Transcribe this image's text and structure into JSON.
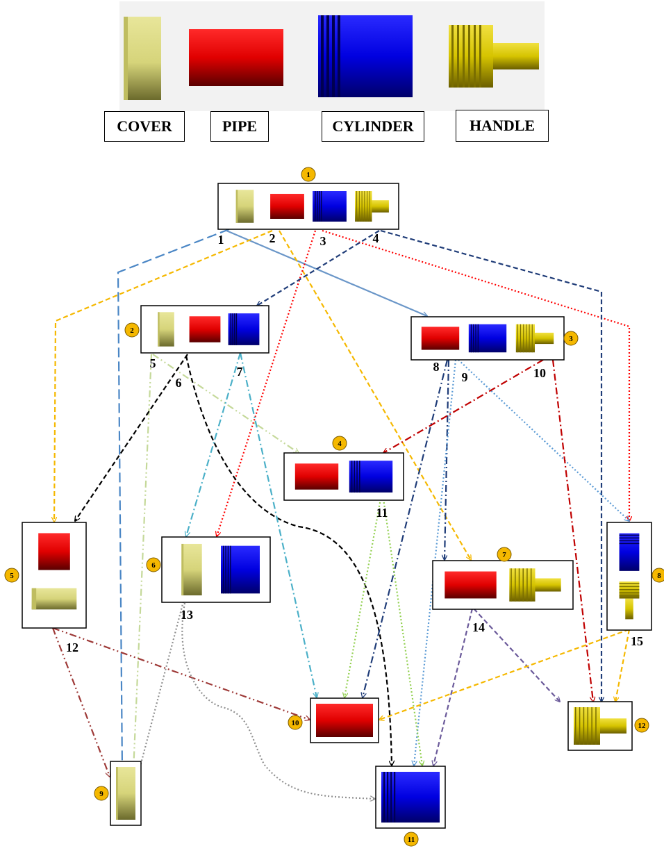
{
  "legend": {
    "cover": "COVER",
    "pipe": "PIPE",
    "cylinder": "CYLINDER",
    "handle": "HANDLE"
  },
  "colors": {
    "cover": "#d8d67a",
    "pipe": "#e00000",
    "cylinder": "#0000e0",
    "handle": "#d6c400",
    "badge": "#f5b800"
  },
  "nodes": [
    {
      "id": "1",
      "parts": [
        "cover",
        "pipe",
        "cylinder",
        "handle"
      ]
    },
    {
      "id": "2",
      "parts": [
        "cover",
        "pipe",
        "cylinder"
      ]
    },
    {
      "id": "3",
      "parts": [
        "pipe",
        "cylinder",
        "handle"
      ]
    },
    {
      "id": "4",
      "parts": [
        "pipe",
        "cylinder"
      ]
    },
    {
      "id": "5",
      "parts": [
        "pipe",
        "cover"
      ]
    },
    {
      "id": "6",
      "parts": [
        "cover",
        "cylinder"
      ]
    },
    {
      "id": "7",
      "parts": [
        "pipe",
        "handle"
      ]
    },
    {
      "id": "8",
      "parts": [
        "cylinder",
        "handle"
      ]
    },
    {
      "id": "9",
      "parts": [
        "cover"
      ]
    },
    {
      "id": "10",
      "parts": [
        "pipe"
      ]
    },
    {
      "id": "11",
      "parts": [
        "cylinder"
      ]
    },
    {
      "id": "12",
      "parts": [
        "handle"
      ]
    }
  ],
  "edge_labels": [
    "1",
    "2",
    "3",
    "4",
    "5",
    "6",
    "7",
    "8",
    "9",
    "10",
    "11",
    "12",
    "13",
    "14",
    "15"
  ],
  "edges": [
    {
      "label": "1",
      "from": "1",
      "to": "9",
      "color": "#4a86c5",
      "dash": "long"
    },
    {
      "label": "1",
      "from": "1",
      "to": "3",
      "color": "#6a96c8",
      "dash": "solid"
    },
    {
      "label": "2",
      "from": "1",
      "to": "5",
      "color": "#f5b800",
      "dash": "dash"
    },
    {
      "label": "2",
      "from": "1",
      "to": "7",
      "color": "#f5b800",
      "dash": "dash"
    },
    {
      "label": "3",
      "from": "1",
      "to": "6",
      "color": "#ff0000",
      "dash": "dot"
    },
    {
      "label": "3",
      "from": "1",
      "to": "8",
      "color": "#ff0000",
      "dash": "dot"
    },
    {
      "label": "4",
      "from": "1",
      "to": "2",
      "color": "#1f3c78",
      "dash": "dash"
    },
    {
      "label": "4",
      "from": "1",
      "to": "12",
      "color": "#1f3c78",
      "dash": "dash"
    },
    {
      "label": "5",
      "from": "2",
      "to": "9",
      "color": "#c5d99a",
      "dash": "dashdotdot"
    },
    {
      "label": "5",
      "from": "2",
      "to": "4",
      "color": "#c5d99a",
      "dash": "dashdotdot"
    },
    {
      "label": "6",
      "from": "2",
      "to": "5",
      "color": "#000000",
      "dash": "dash"
    },
    {
      "label": "6",
      "from": "2",
      "to": "11",
      "color": "#000000",
      "dash": "dash"
    },
    {
      "label": "7",
      "from": "2",
      "to": "6",
      "color": "#4bb0c8",
      "dash": "dashdot"
    },
    {
      "label": "7",
      "from": "2",
      "to": "10",
      "color": "#4bb0c8",
      "dash": "dashdot"
    },
    {
      "label": "8",
      "from": "3",
      "to": "10",
      "color": "#1f3c78",
      "dash": "dashdot"
    },
    {
      "label": "8",
      "from": "3",
      "to": "7",
      "color": "#1f3c78",
      "dash": "dashdot"
    },
    {
      "label": "9",
      "from": "3",
      "to": "11",
      "color": "#5a9ad5",
      "dash": "dot"
    },
    {
      "label": "9",
      "from": "3",
      "to": "8",
      "color": "#5a9ad5",
      "dash": "dot"
    },
    {
      "label": "10",
      "from": "3",
      "to": "4",
      "color": "#c00000",
      "dash": "dashdot"
    },
    {
      "label": "10",
      "from": "3",
      "to": "12",
      "color": "#c00000",
      "dash": "dashdot"
    },
    {
      "label": "11",
      "from": "4",
      "to": "10",
      "color": "#92d050",
      "dash": "dot"
    },
    {
      "label": "11",
      "from": "4",
      "to": "11",
      "color": "#92d050",
      "dash": "dot"
    },
    {
      "label": "12",
      "from": "5",
      "to": "9",
      "color": "#9e3a38",
      "dash": "dashdotdot"
    },
    {
      "label": "12",
      "from": "5",
      "to": "10",
      "color": "#9e3a38",
      "dash": "dashdotdot"
    },
    {
      "label": "13",
      "from": "6",
      "to": "9",
      "color": "#909090",
      "dash": "dot"
    },
    {
      "label": "13",
      "from": "6",
      "to": "11",
      "color": "#909090",
      "dash": "dot"
    },
    {
      "label": "14",
      "from": "7",
      "to": "11",
      "color": "#6b5a9a",
      "dash": "dash"
    },
    {
      "label": "14",
      "from": "7",
      "to": "12",
      "color": "#6b5a9a",
      "dash": "dash"
    },
    {
      "label": "15",
      "from": "8",
      "to": "10",
      "color": "#f5b800",
      "dash": "dash"
    },
    {
      "label": "15",
      "from": "8",
      "to": "12",
      "color": "#f5b800",
      "dash": "dash"
    }
  ]
}
